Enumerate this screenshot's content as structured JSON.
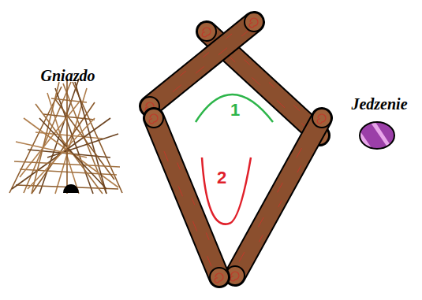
{
  "diagram": {
    "labels": [
      "Gniazdo",
      "Jedzenie",
      "1",
      "2"
    ]
  }
}
